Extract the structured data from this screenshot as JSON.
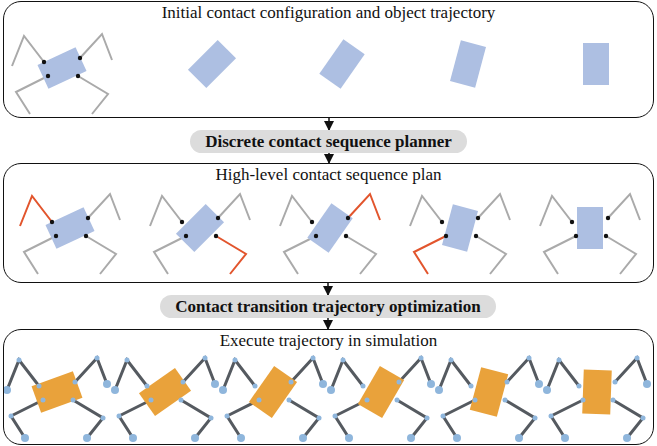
{
  "diagram": {
    "nodes": [
      {
        "text": [
          "Initial contact configuration and object trajectory"
        ]
      },
      {
        "text": [
          "Discrete contact sequence planner"
        ]
      },
      {
        "text": [
          "High-level contact sequence plan"
        ]
      },
      {
        "text": [
          "Contact transition trajectory optimization"
        ]
      },
      {
        "text": [
          "Execute trajectory in simulation"
        ]
      }
    ],
    "edges": [
      {
        "from": 0,
        "to": 1,
        "arrow": "to"
      },
      {
        "from": 1,
        "to": 2,
        "arrow": "to"
      },
      {
        "from": 2,
        "to": 3,
        "arrow": "to"
      },
      {
        "from": 3,
        "to": 4,
        "arrow": "to"
      }
    ]
  }
}
